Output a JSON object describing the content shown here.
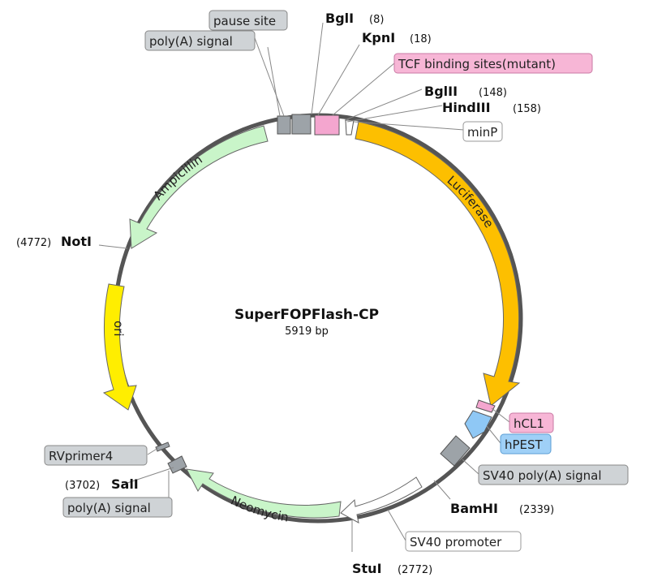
{
  "plasmid": {
    "name": "SuperFOPFlash-CP",
    "length_label": "5919 bp"
  },
  "colors": {
    "backbone": "#555555",
    "grey_feature": "#9da3a8",
    "pink": "#f4a6cf",
    "orange": "#fdbf00",
    "yellow": "#ffee00",
    "light_green": "#c9f5c9",
    "blue": "#8fc8f5",
    "white": "#ffffff"
  },
  "features": {
    "luciferase": "Luciferase",
    "ampicillin": "Ampicillin",
    "ori": "ori",
    "neomycin": "Neomycin"
  },
  "labels": {
    "pause_site": "pause site",
    "polya_top": "poly(A) signal",
    "tcf": "TCF binding sites(mutant)",
    "minp": "minP",
    "hcl1": "hCL1",
    "hpest": "hPEST",
    "sv40_polya": "SV40 poly(A) signal",
    "sv40_promoter": "SV40 promoter",
    "rvprimer4": "RVprimer4",
    "polya_bottom": "poly(A) signal"
  },
  "sites": {
    "bgli": {
      "name": "BglI",
      "pos": "(8)"
    },
    "kpni": {
      "name": "KpnI",
      "pos": "(18)"
    },
    "bglii": {
      "name": "BglII",
      "pos": "(148)"
    },
    "hindiii": {
      "name": "HindIII",
      "pos": "(158)"
    },
    "noti": {
      "name": "NotI",
      "pos": "(4772)"
    },
    "bamhi": {
      "name": "BamHI",
      "pos": "(2339)"
    },
    "stui": {
      "name": "StuI",
      "pos": "(2772)"
    },
    "sali": {
      "name": "SalI",
      "pos": "(3702)"
    }
  }
}
